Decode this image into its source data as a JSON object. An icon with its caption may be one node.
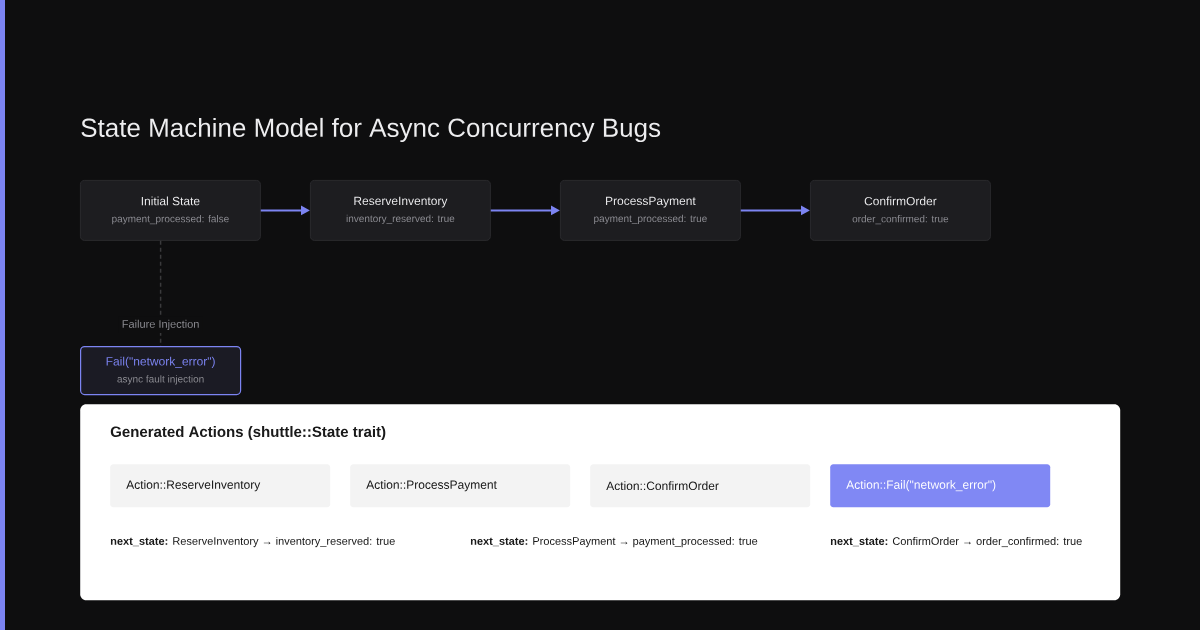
{
  "diagram": {
    "title": "State Machine Model for Async Concurrency Bugs",
    "nodes": [
      {
        "text": [
          "Initial State",
          "payment_processed: false"
        ]
      },
      {
        "text": [
          "ReserveInventory",
          "inventory_reserved: true"
        ]
      },
      {
        "text": [
          "ProcessPayment",
          "payment_processed: true"
        ]
      },
      {
        "text": [
          "ConfirmOrder",
          "order_confirmed: true"
        ]
      },
      {
        "text": [
          "Fail(\"network_error\")",
          "async fault injection"
        ]
      },
      {
        "text": [
          "Generated Actions (shuttle::State trait)"
        ]
      },
      {
        "text": [
          "Action::ReserveInventory"
        ],
        "in": 5
      },
      {
        "text": [
          "Action::ProcessPayment"
        ],
        "in": 5
      },
      {
        "text": [
          "Action::ConfirmOrder"
        ],
        "in": 5
      },
      {
        "text": [
          "Action::Fail(\"network_error\")"
        ],
        "in": 5
      }
    ],
    "edges": [
      {
        "from": 0,
        "to": 1,
        "arrow": "to"
      },
      {
        "from": 1,
        "to": 2,
        "arrow": "to"
      },
      {
        "from": 2,
        "to": 3,
        "arrow": "to"
      },
      {
        "from": 0,
        "to": 4,
        "arrow": "none",
        "style": "dashed",
        "color": "#3a3a3c",
        "label": "Failure Injection"
      }
    ],
    "labels": [
      "**next_state:** ReserveInventory → inventory_reserved: true",
      "**next_state:** ProcessPayment → payment_processed: true",
      "**next_state:** ConfirmOrder → order_confirmed: true"
    ]
  }
}
